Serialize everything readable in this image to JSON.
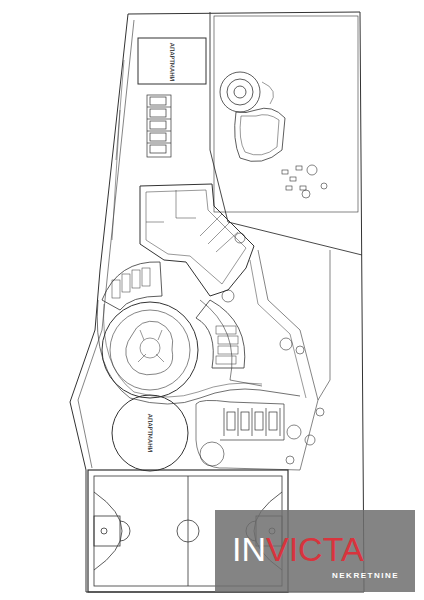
{
  "diagram": {
    "nodes": [
      {
        "text": [
          "АПАРТМАНИ"
        ]
      },
      {
        "text": [
          "АПАРТМАНИ"
        ]
      }
    ],
    "labels": [
      "IN",
      "VICTA",
      "NEKRETNINE"
    ]
  }
}
